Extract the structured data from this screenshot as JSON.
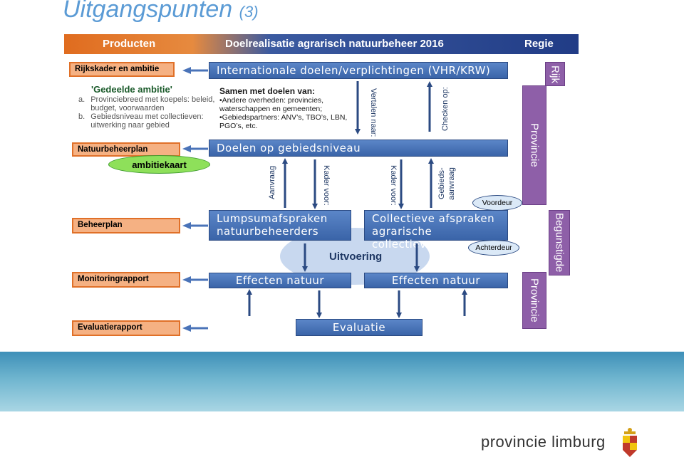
{
  "title": {
    "main": "Uitgangspunten",
    "sub": "(3)"
  },
  "header": {
    "left": "Producten",
    "center": "Doelrealisatie agrarisch natuurbeheer 2016",
    "right": "Regie"
  },
  "left_products": {
    "rijkskader": "Rijkskader en ambitie",
    "gedeelde_title": "'Gedeelde ambitie'",
    "gedeelde_a_marker": "a.",
    "gedeelde_a": "Provinciebreed met koepels: beleid, budget, voorwaarden",
    "gedeelde_b_marker": "b.",
    "gedeelde_b": "Gebiedsniveau met collectieven: uitwerking naar gebied",
    "natuurbeheerplan": "Natuurbeheerplan",
    "ambitiekaart": "ambitiekaart",
    "beheerplan": "Beheerplan",
    "monitoring": "Monitoringrapport",
    "evaluatie": "Evaluatierapport"
  },
  "center": {
    "internationale": "Internationale doelen/verplichtingen (VHR/KRW)",
    "samen_title": "Samen met doelen van:",
    "samen_item1": "•Andere overheden: provincies, waterschappen en gemeenten;",
    "samen_item2": "•Gebiedspartners: ANV’s, TBO’s, LBN, PGO’s, etc.",
    "vertalen": "Vertalen naar:",
    "checken": "Checken op:",
    "doelen_gebied": "Doelen op gebiedsniveau",
    "aanvraag": "Aanvraag",
    "kader_voor_1": "Kader voor:",
    "kader_voor_2": "Kader voor:",
    "gebieds_aanvraag_1": "Gebieds-",
    "gebieds_aanvraag_2": "aanvraag",
    "voordeur": "Voordeur",
    "lumpsum_1": "Lumpsumafspraken",
    "lumpsum_2": "natuurbeheerders",
    "collectieve_1": "Collectieve afspraken",
    "collectieve_2": "agrarische collectieven",
    "uitvoering": "Uitvoering",
    "achterdeur": "Achterdeur",
    "effecten_1": "Effecten natuur",
    "effecten_2": "Effecten natuur",
    "evaluatie": "Evaluatie"
  },
  "regie": {
    "rijk": "Rijk",
    "provincie_1": "Provincie",
    "begunstigde": "Begunstigde",
    "provincie_2": "Provincie"
  },
  "footer": {
    "logo_text": "provincie limburg"
  },
  "colors": {
    "orange": "#f5b183",
    "blue": "#3a64a8",
    "purple": "#8e5fa8",
    "green": "#8ee05a",
    "title": "#5b9bd5"
  }
}
